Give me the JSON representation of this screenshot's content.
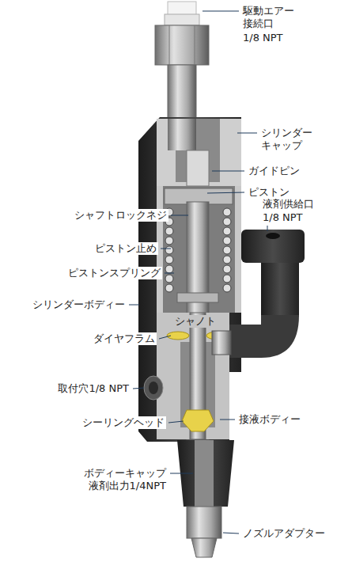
{
  "diagram": {
    "labels": [
      "駆動エアー 接続口",
      "1/8 NPT",
      "シリンダー キャップ",
      "ガイドピン",
      "ピストン",
      "液剤供給口",
      "1/8 NPT",
      "シャフトロックネジ",
      "ピストン止め",
      "ピストンスプリング",
      "シリンダーボディー",
      "シャノト",
      "ダイヤフラム",
      "取付穴1/8 NPT",
      "シーリングヘッド",
      "接液ボディー",
      "ボディーキャップ 液剤出力1/4NPT",
      "ノズルアダプター"
    ]
  }
}
